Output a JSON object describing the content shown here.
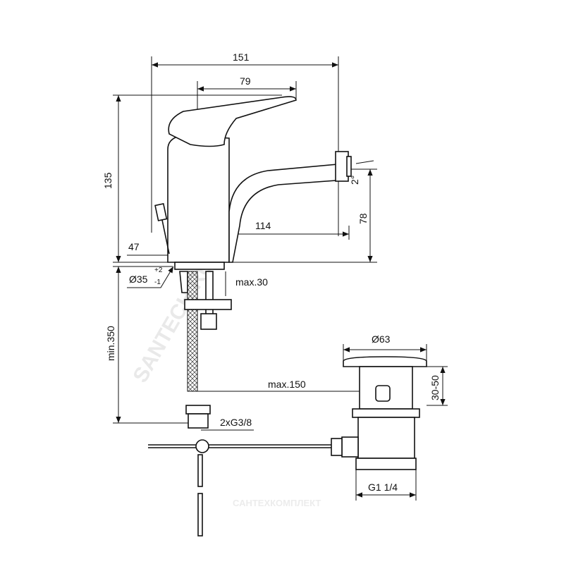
{
  "drawing": {
    "title_dims": {
      "overall_width": "151",
      "handle_width": "79",
      "height": "135",
      "angle": "2°",
      "spout_height": "78",
      "spout_reach": "114",
      "base_width": "47",
      "hole_diameter": "Ø35",
      "hole_tol_plus": "+2",
      "hole_tol_minus": "-1",
      "max_thickness": "max.30",
      "min_hose": "min.350",
      "waste_diameter": "Ø63",
      "waste_range": "30-50",
      "rod_length": "max.150",
      "connections": "2xG3/8",
      "waste_thread": "G1 1/4"
    },
    "watermarks": [
      "SANTECH.RU",
      "САНТЕХКОМПЛЕКТ"
    ]
  }
}
